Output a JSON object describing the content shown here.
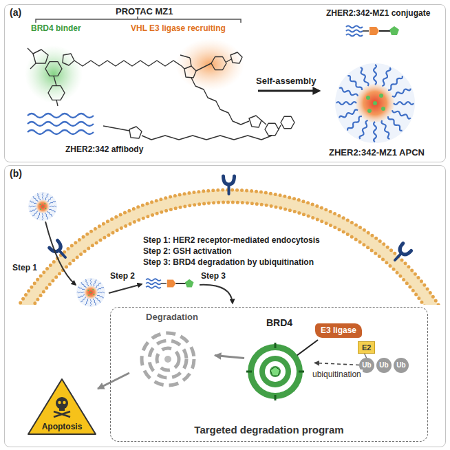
{
  "diagram": {
    "nodes": [
      {
        "text": [
          "(a)"
        ]
      },
      {
        "text": [
          "(b)"
        ]
      },
      {
        "text": [
          "Targeted degradation program"
        ],
        "in": 1
      },
      {
        "text": [
          "Degradation"
        ],
        "in": 2
      },
      {
        "text": [
          "BRD4"
        ],
        "in": 2
      },
      {
        "text": [
          "E3 ligase"
        ],
        "in": 2
      },
      {
        "text": [
          "E2"
        ],
        "in": 2
      },
      {
        "text": [
          "Ub"
        ],
        "in": 2
      },
      {
        "text": [
          "Ub"
        ],
        "in": 2
      },
      {
        "text": [
          "Ub"
        ],
        "in": 2
      },
      {
        "text": [
          "Apoptosis"
        ],
        "in": 1
      }
    ],
    "edges": [
      {
        "from": 4,
        "to": 3,
        "arrow": "to"
      },
      {
        "from": 3,
        "to": 10,
        "arrow": "to"
      },
      {
        "from": 7,
        "to": 4,
        "label": "ubiquitination",
        "arrow": "to"
      }
    ],
    "labels": [
      "PROTAC MZ1",
      "BRD4 binder",
      "VHL E3 ligase recruiting",
      "ZHER2:342 affibody",
      "Self-assembly",
      "ZHER2:342-MZ1 conjugate",
      "ZHER2:342-MZ1 APCN",
      "Step 1: HER2 receptor-mediated endocytosis",
      "Step 2: GSH activation",
      "Step 3: BRD4 degradation by ubiquitination",
      "Step 1",
      "Step 2",
      "Step 3"
    ]
  }
}
